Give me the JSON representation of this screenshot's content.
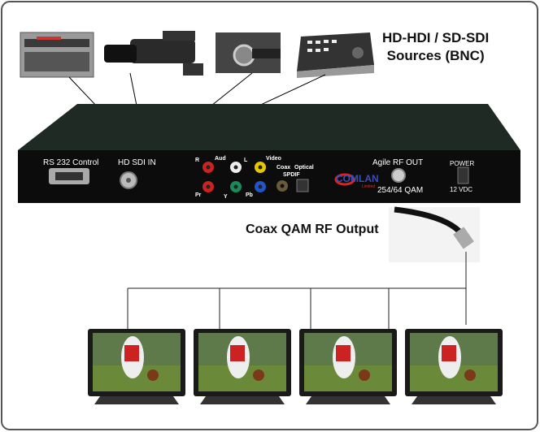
{
  "sources_title_line1": "HD-HDI / SD-SDI",
  "sources_title_line2": "Sources (BNC)",
  "output_title": "Coax QAM RF Output",
  "panel": {
    "rs232": "RS 232 Control",
    "hdsdi": "HD SDI IN",
    "r": "R",
    "aud": "Aud",
    "l": "L",
    "video": "Video",
    "pr": "Pr",
    "y": "Y",
    "pb": "Pb",
    "coax": "Coax",
    "optical": "Optical",
    "spdif": "SPDIF",
    "brand": "COMLAN",
    "brand_sub": "Limited",
    "rf_out": "Agile RF OUT",
    "qam": "254/64 QAM",
    "power": "POWER",
    "vdc": "12 VDC"
  },
  "sources": [
    "vcr-deck",
    "camcorder",
    "bnc-connector",
    "switcher-console"
  ],
  "tv_count": 4
}
